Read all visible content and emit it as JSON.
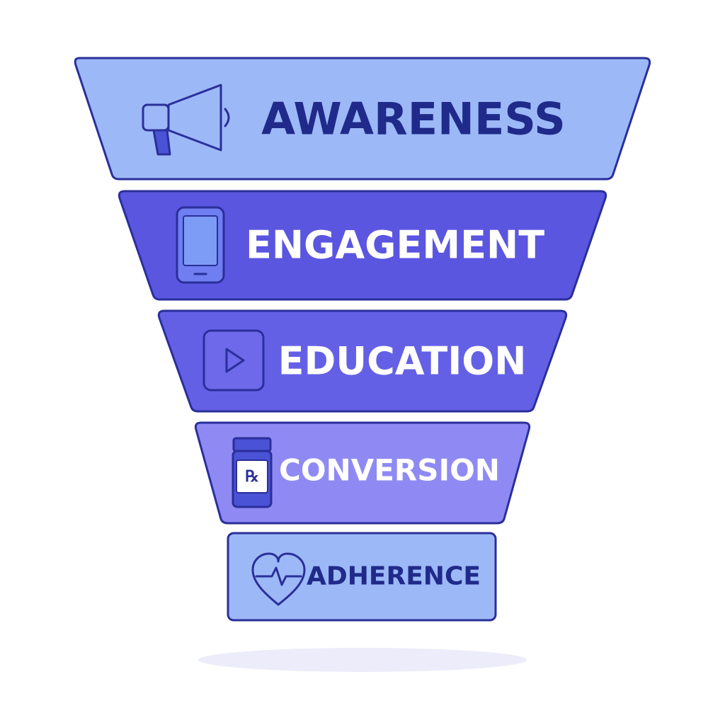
{
  "colors": {
    "outline": "#2a2f9a",
    "awareness_fill": "#9db8f7",
    "engagement_fill": "#5a56e0",
    "education_fill": "#6460e6",
    "conversion_fill": "#8f8af3",
    "adherence_fill": "#9db8f7",
    "dark_text": "#1f2a8a",
    "light_text": "#ffffff",
    "shadow": "#ececfb"
  },
  "funnel": {
    "stages": [
      {
        "label": "AWARENESS",
        "icon": "megaphone-icon"
      },
      {
        "label": "ENGAGEMENT",
        "icon": "smartphone-icon"
      },
      {
        "label": "EDUCATION",
        "icon": "video-play-icon"
      },
      {
        "label": "CONVERSION",
        "icon": "prescription-bottle-icon"
      },
      {
        "label": "ADHERENCE",
        "icon": "heart-pulse-icon"
      }
    ]
  }
}
